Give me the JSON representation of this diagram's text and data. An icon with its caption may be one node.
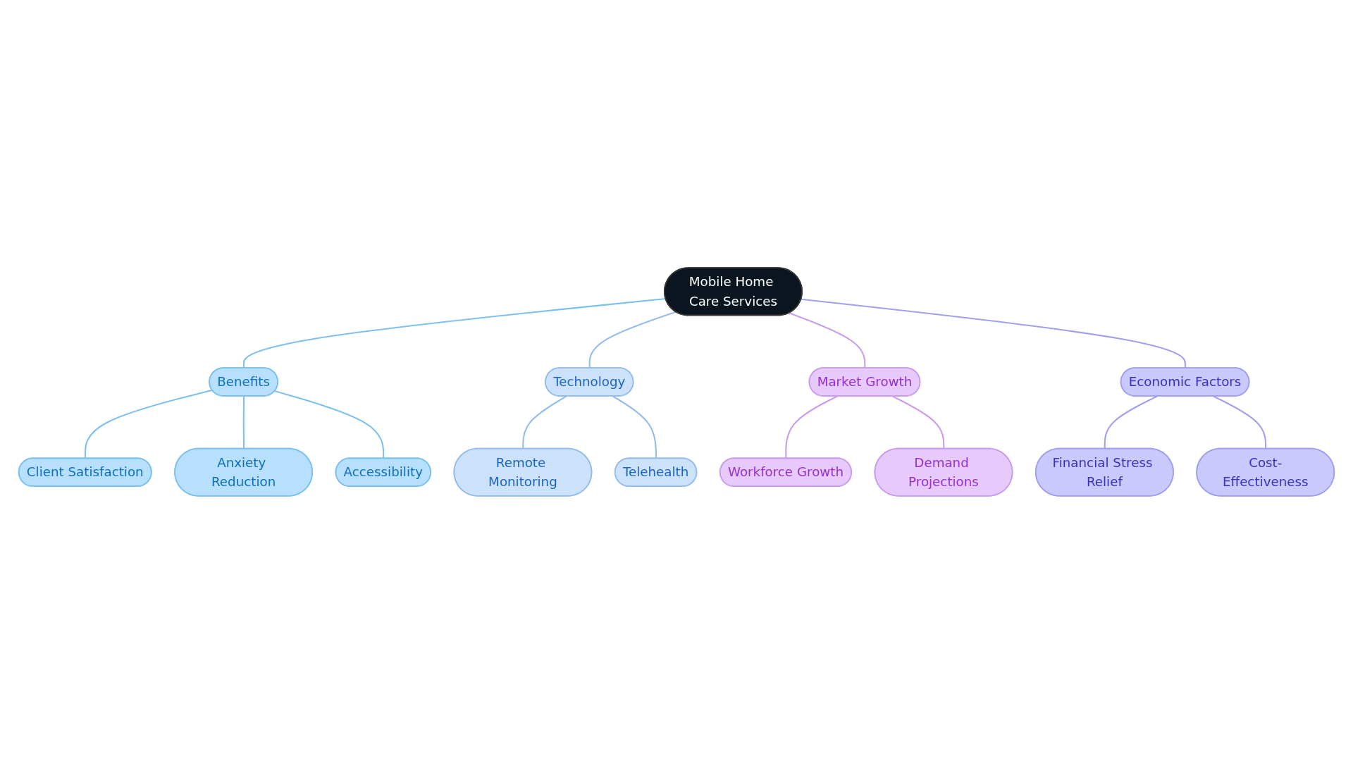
{
  "diagram": {
    "nodes": [
      {
        "text": [
          "Mobile Home Care Services"
        ]
      },
      {
        "text": [
          "Benefits"
        ]
      },
      {
        "text": [
          "Client Satisfaction"
        ]
      },
      {
        "text": [
          "Anxiety Reduction"
        ]
      },
      {
        "text": [
          "Accessibility"
        ]
      },
      {
        "text": [
          "Technology"
        ]
      },
      {
        "text": [
          "Remote Monitoring"
        ]
      },
      {
        "text": [
          "Telehealth"
        ]
      },
      {
        "text": [
          "Market Growth"
        ]
      },
      {
        "text": [
          "Workforce Growth"
        ]
      },
      {
        "text": [
          "Demand Projections"
        ]
      },
      {
        "text": [
          "Economic Factors"
        ]
      },
      {
        "text": [
          "Financial Stress Relief"
        ]
      },
      {
        "text": [
          "Cost-Effectiveness"
        ]
      }
    ],
    "edges": [
      {
        "from": 0,
        "to": 1,
        "arrow": "none",
        "color": "#7cc0ef"
      },
      {
        "from": 1,
        "to": 2,
        "arrow": "none",
        "color": "#7cc0ef"
      },
      {
        "from": 1,
        "to": 3,
        "arrow": "none",
        "color": "#7cc0ef"
      },
      {
        "from": 1,
        "to": 4,
        "arrow": "none",
        "color": "#7cc0ef"
      },
      {
        "from": 0,
        "to": 5,
        "arrow": "none",
        "color": "#94bdee"
      },
      {
        "from": 5,
        "to": 6,
        "arrow": "none",
        "color": "#94bdee"
      },
      {
        "from": 5,
        "to": 7,
        "arrow": "none",
        "color": "#94bdee"
      },
      {
        "from": 0,
        "to": 8,
        "arrow": "none",
        "color": "#c99cef"
      },
      {
        "from": 8,
        "to": 9,
        "arrow": "none",
        "color": "#c99cef"
      },
      {
        "from": 8,
        "to": 10,
        "arrow": "none",
        "color": "#c99cef"
      },
      {
        "from": 0,
        "to": 11,
        "arrow": "none",
        "color": "#a19ff0"
      },
      {
        "from": 11,
        "to": 12,
        "arrow": "none",
        "color": "#a19ff0"
      },
      {
        "from": 11,
        "to": 13,
        "arrow": "none",
        "color": "#a19ff0"
      }
    ]
  }
}
